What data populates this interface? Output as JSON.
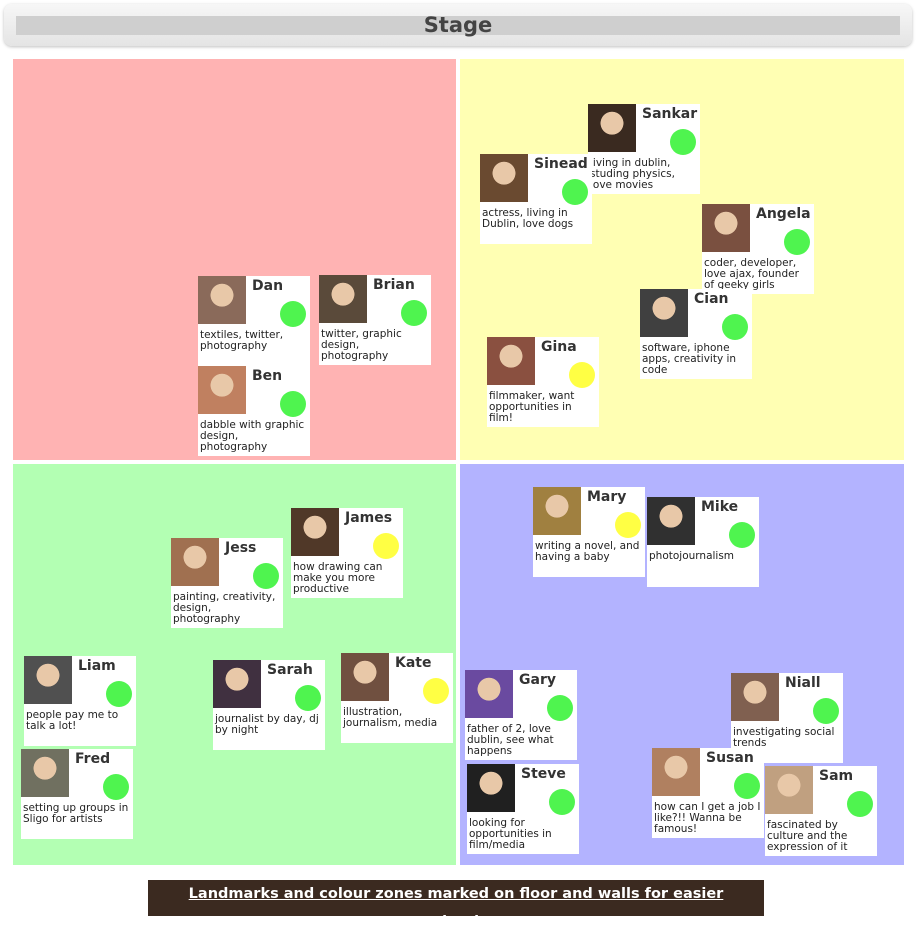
{
  "stage": {
    "title": "Stage"
  },
  "footer": {
    "text": "Landmarks and colour zones marked on floor and walls for easier navigation"
  },
  "colors": {
    "zone_red": "#ffb3b3",
    "zone_yellow": "#ffffb3",
    "zone_green": "#b3ffb3",
    "zone_blue": "#b3b3ff",
    "status_green": "#4ff44f",
    "status_yellow": "#ffff44"
  },
  "people": [
    {
      "name": "Dan",
      "bio": "textiles, twitter, photography",
      "status": "green"
    },
    {
      "name": "Brian",
      "bio": "twitter, graphic design, photography",
      "status": "green"
    },
    {
      "name": "Ben",
      "bio": "dabble with graphic design, photography",
      "status": "green"
    },
    {
      "name": "Sankar",
      "bio": "living in dublin, studing physics, love movies",
      "status": "green"
    },
    {
      "name": "Sinead",
      "bio": "actress, living in Dublin, love dogs",
      "status": "green"
    },
    {
      "name": "Angela",
      "bio": "coder, developer, love ajax, founder of geeky girls",
      "status": "green"
    },
    {
      "name": "Cian",
      "bio": "software, iphone apps, creativity in code",
      "status": "green"
    },
    {
      "name": "Gina",
      "bio": "filmmaker, want opportunities in film!",
      "status": "yellow"
    },
    {
      "name": "James",
      "bio": "how drawing can make you more productive",
      "status": "yellow"
    },
    {
      "name": "Jess",
      "bio": "painting, creativity, design, photography",
      "status": "green"
    },
    {
      "name": "Liam",
      "bio": "people pay me to talk a lot!",
      "status": "green"
    },
    {
      "name": "Sarah",
      "bio": "journalist by day, dj by night",
      "status": "green"
    },
    {
      "name": "Kate",
      "bio": "illustration, journalism, media",
      "status": "yellow"
    },
    {
      "name": "Fred",
      "bio": "setting up groups in Sligo for artists",
      "status": "green"
    },
    {
      "name": "Mary",
      "bio": "writing a novel, and having a baby",
      "status": "yellow"
    },
    {
      "name": "Mike",
      "bio": "photojournalism",
      "status": "green"
    },
    {
      "name": "Gary",
      "bio": "father of 2, love dublin, see what happens",
      "status": "green"
    },
    {
      "name": "Niall",
      "bio": "investigating social trends",
      "status": "green"
    },
    {
      "name": "Susan",
      "bio": "how can I get a job I like?!! Wanna be famous!",
      "status": "green"
    },
    {
      "name": "Steve",
      "bio": "looking for opportunities in film/media",
      "status": "green"
    },
    {
      "name": "Sam",
      "bio": "fascinated by culture and the expression of it",
      "status": "green"
    }
  ]
}
